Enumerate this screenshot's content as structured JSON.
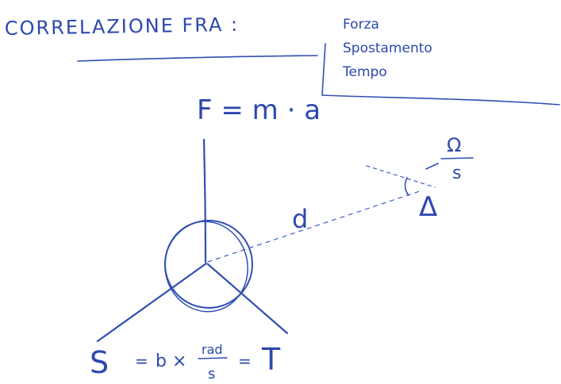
{
  "note": {
    "title": "CORRELAZIONE FRA :",
    "terms": [
      "Forza",
      "Spostamento",
      "Tempo"
    ],
    "formula_force": "F = m · a",
    "formula_bottom": {
      "left_symbol": "S",
      "equals_1": "=",
      "coefficient": "b ×",
      "fraction_numerator": "rad",
      "fraction_denominator": "s",
      "equals_2": "=",
      "right_symbol": "T"
    },
    "distance_label": "d",
    "delta_label": "Δ",
    "angular_fraction": {
      "numerator": "Ω",
      "denominator": "s"
    },
    "ink_color": "#2f4fb3"
  }
}
